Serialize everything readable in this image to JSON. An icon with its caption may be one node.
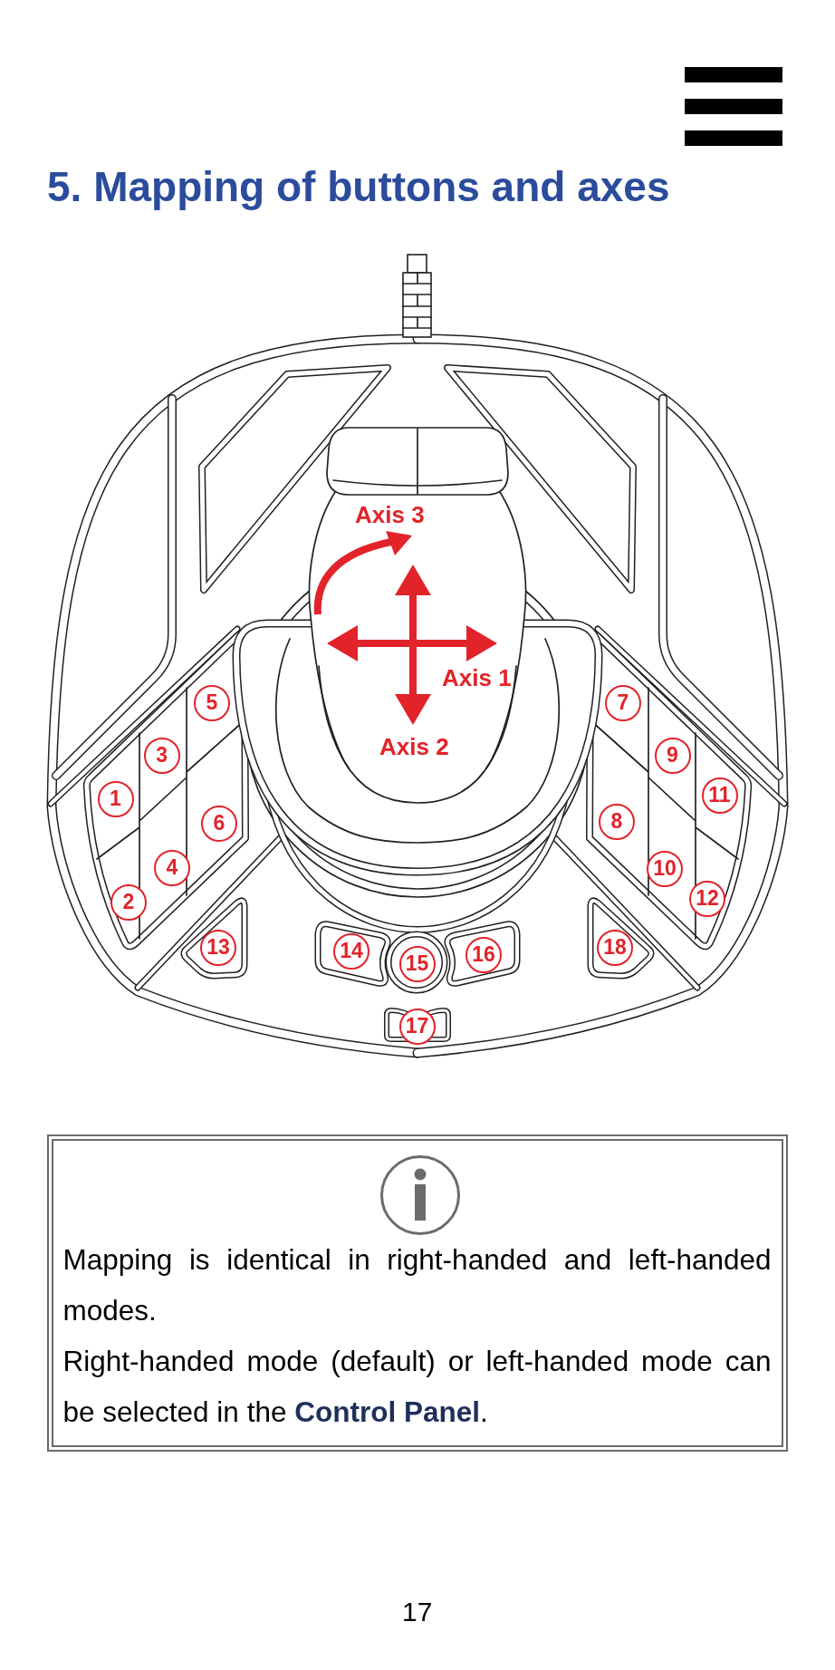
{
  "diagram": {
    "title": "5. Mapping of buttons and axes",
    "nodes": [
      {
        "text": [
          "Mapping is identical in right-handed and left-handed modes.",
          "Right-handed mode (default) or left-handed mode can be selected in the **Control Panel**."
        ]
      }
    ],
    "labels": [
      "Axis 3",
      "Axis 1",
      "5",
      "7",
      "Axis 2",
      "3",
      "9",
      "1",
      "11",
      "6",
      "8",
      "4",
      "10",
      "2",
      "12",
      "13",
      "14",
      "16",
      "18",
      "15",
      "17",
      "17"
    ]
  }
}
